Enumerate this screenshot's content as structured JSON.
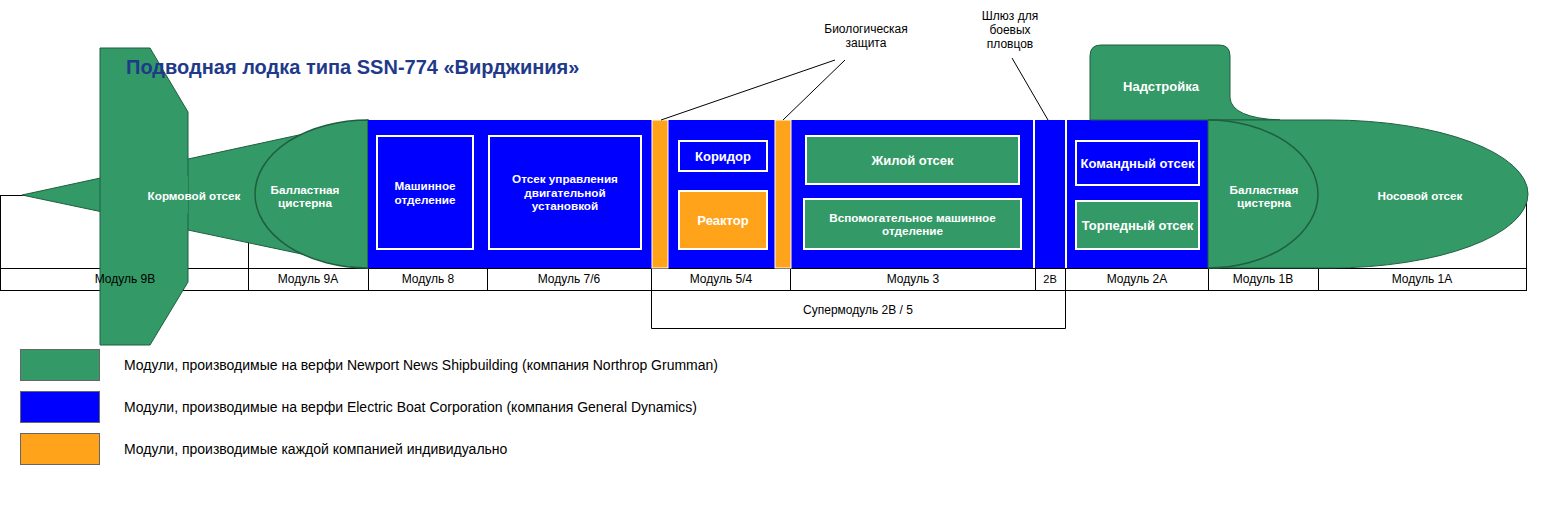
{
  "diagram": {
    "title": "Подводная лодка типа SSN-774 «Вирджиния»",
    "nodes": [
      {
        "text": [
          "Кормовой отсек"
        ]
      },
      {
        "text": [
          "Балластная цистерна"
        ]
      },
      {
        "text": [
          "Машинное отделение"
        ]
      },
      {
        "text": [
          "Отсек управления двигательной установкой"
        ]
      },
      {
        "text": [
          "Коридор"
        ]
      },
      {
        "text": [
          "Реактор"
        ]
      },
      {
        "text": [
          "Жилой отсек"
        ]
      },
      {
        "text": [
          "Вспомогательное машинное отделение"
        ]
      },
      {
        "text": [
          "Надстройка"
        ]
      },
      {
        "text": [
          "Командный отсек"
        ]
      },
      {
        "text": [
          "Торпедный отсек"
        ]
      },
      {
        "text": [
          "Балластная цистерна"
        ]
      },
      {
        "text": [
          "Носовой отсек"
        ]
      }
    ],
    "labels": [
      "Биологическая защита",
      "Шлюз для боевых пловцов",
      "Модуль 9В",
      "Модуль 9А",
      "Модуль 8",
      "Модуль 7/6",
      "Модуль 5/4",
      "Модуль 3",
      "2В",
      "Модуль 2А",
      "Модуль 1В",
      "Модуль 1А",
      "Супермодуль 2В / 5"
    ],
    "legend": [
      {
        "text": "Модули, производимые на верфи Newport News Shipbuilding (компания Northrop Grumman)",
        "color": "#339966"
      },
      {
        "text": "Модули, производимые на верфи Electric Boat Corporation (компания General Dynamics)",
        "color": "#0000ff"
      },
      {
        "text": "Модули, производимые каждой компанией индивидуально",
        "color": "#ffa31a"
      }
    ]
  }
}
